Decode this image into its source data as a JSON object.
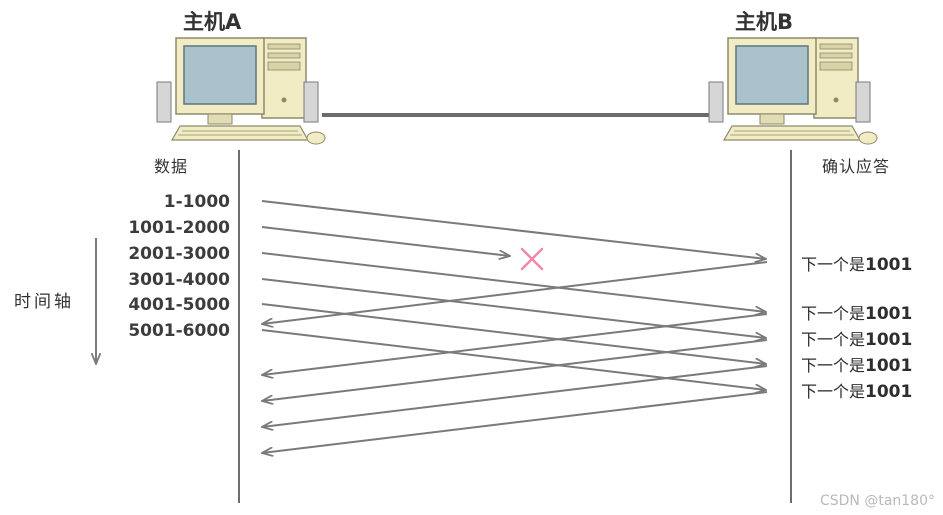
{
  "hosts": {
    "a": {
      "title": "主机A",
      "column_label": "数据"
    },
    "b": {
      "title": "主机B",
      "column_label": "确认应答"
    }
  },
  "time_axis_label": "时间轴",
  "segments": [
    {
      "label": "1-1000",
      "delivered": true,
      "ack_label": "下一个是",
      "ack_number": "1001"
    },
    {
      "label": "1001-2000",
      "delivered": false
    },
    {
      "label": "2001-3000",
      "delivered": true,
      "ack_label": "下一个是",
      "ack_number": "1001"
    },
    {
      "label": "3001-4000",
      "delivered": true,
      "ack_label": "下一个是",
      "ack_number": "1001"
    },
    {
      "label": "4001-5000",
      "delivered": true,
      "ack_label": "下一个是",
      "ack_number": "1001"
    },
    {
      "label": "5001-6000",
      "delivered": true,
      "ack_label": "下一个是",
      "ack_number": "1001"
    }
  ],
  "lost_marker": "×",
  "colors": {
    "arrow": "#7a7a7a",
    "timeline": "#6e6e6e",
    "lost_marker": "#f08aa6",
    "cable": "#6b6b6b",
    "monitor_beige": "#f1ecc4",
    "screen": "#a9c2cc",
    "screen_edge": "#5e7480"
  },
  "watermark": "CSDN @tan180°"
}
